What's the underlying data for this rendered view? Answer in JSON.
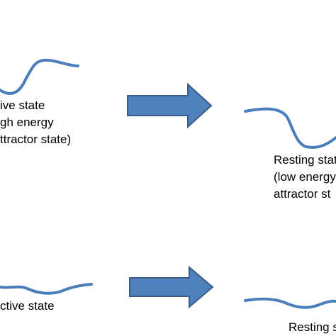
{
  "colors": {
    "curve": "#4A7EBB",
    "arrow_fill": "#4F81BD",
    "arrow_stroke": "#385D8A",
    "text": "#000000",
    "background": "#FFFFFF"
  },
  "top_left": {
    "lines": [
      "ive state",
      "gh energy",
      "ttractor state)"
    ]
  },
  "top_right": {
    "lines": [
      "Resting stat",
      "(low energy",
      "attractor st"
    ]
  },
  "bottom_left": {
    "lines": [
      "ctive state"
    ]
  },
  "bottom_right": {
    "lines": [
      "Resting st"
    ]
  }
}
